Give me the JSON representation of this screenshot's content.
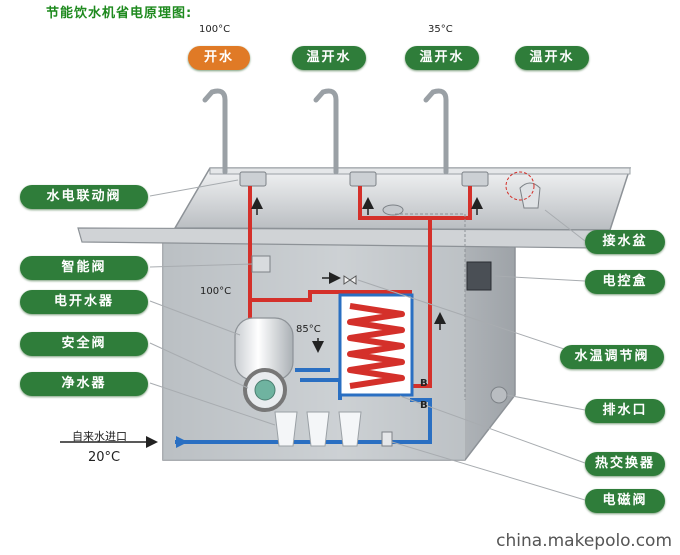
{
  "title": "节能饮水机省电原理图:",
  "top_labels": {
    "tap1": "开水",
    "tap2": "温开水",
    "tap3": "温开水",
    "tap4": "温开水"
  },
  "temps": {
    "top_100": "100°C",
    "top_35": "35°C",
    "mid_100": "100°C",
    "mid_85": "85°C",
    "inlet": "20°C"
  },
  "left_labels": [
    "水电联动阀",
    "智能阀",
    "电开水器",
    "安全阀",
    "净水器"
  ],
  "right_labels": [
    "接水盆",
    "电控盒",
    "水温调节阀",
    "排水口",
    "热交换器",
    "电磁阀"
  ],
  "inlet_label": "自来水进口",
  "markers": {
    "b1": "B",
    "b2": "B"
  },
  "watermark": "china.makepolo.com",
  "colors": {
    "tag_green": "#2f7d3a",
    "tag_orange": "#e07a26",
    "hot_pipe": "#d4302a",
    "cold_pipe": "#2a6fc2"
  }
}
